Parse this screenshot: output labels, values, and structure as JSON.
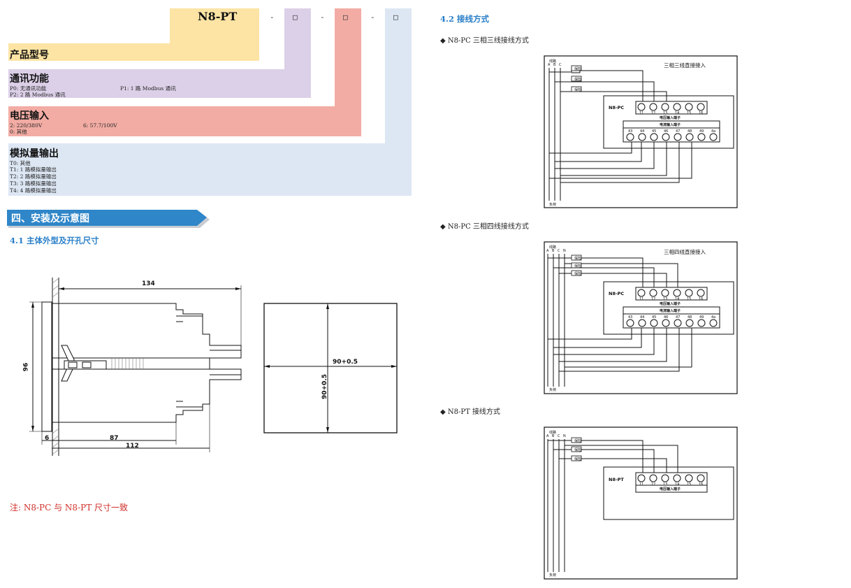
{
  "model_code": {
    "model": "N8-PT",
    "separators": [
      "-",
      "-",
      "-"
    ],
    "placeholders": [
      "□",
      "□",
      "□"
    ]
  },
  "sections": {
    "product": {
      "title": "产品型号"
    },
    "comm": {
      "title": "通讯功能",
      "options": [
        "P0: 无通讯功能",
        "P1: 1 路 Modbus 通讯",
        "P2: 2 路 Modbus 通讯"
      ]
    },
    "voltage": {
      "title": "电压输入",
      "options": [
        "2: 220/380V",
        "6: 57.7/100V",
        "0: 其他"
      ]
    },
    "analog": {
      "title": "模拟量输出",
      "options": [
        "T0: 其他",
        "T1: 1 路模拟量输出",
        "T2: 2 路模拟量输出",
        "T3: 3 路模拟量输出",
        "T4: 4 路模拟量输出"
      ]
    }
  },
  "chapter": {
    "title": "四、安装及示意图"
  },
  "sub41": {
    "title": "4.1 主体外型及开孔尺寸"
  },
  "dims": {
    "d134": "134",
    "d96": "96",
    "d6": "6",
    "d87": "87",
    "d112": "112",
    "cut_w": "90+0.5",
    "cut_h": "90+0.5"
  },
  "note": "注: N8-PC 与 N8-PT 尺寸一致",
  "sub42": {
    "title": "4.2 接线方式"
  },
  "wiring": {
    "captions": [
      "◆ N8-PC 三相三线接线方式",
      "◆ N8-PC 三相四线接线方式",
      "◆ N8-PT 接线方式"
    ],
    "d1_title": "三相三线直接接入",
    "d2_title": "三相四线直接接入",
    "line_label": "线路",
    "load_label": "负荷",
    "fuse_label": "保险",
    "device_pc": "N8-PC",
    "device_pt": "N8-PT",
    "voltage_terminal_label": "电压输入端子",
    "current_terminal_label": "电流输入端子",
    "phases3": [
      "A",
      "B",
      "C"
    ],
    "phases4": [
      "A",
      "B",
      "C",
      "N"
    ],
    "v_terms": [
      "11",
      "12",
      "13",
      "14",
      "15",
      "16"
    ],
    "i_terms": [
      "43",
      "44",
      "45",
      "46",
      "47",
      "48",
      "49",
      "4a"
    ]
  }
}
